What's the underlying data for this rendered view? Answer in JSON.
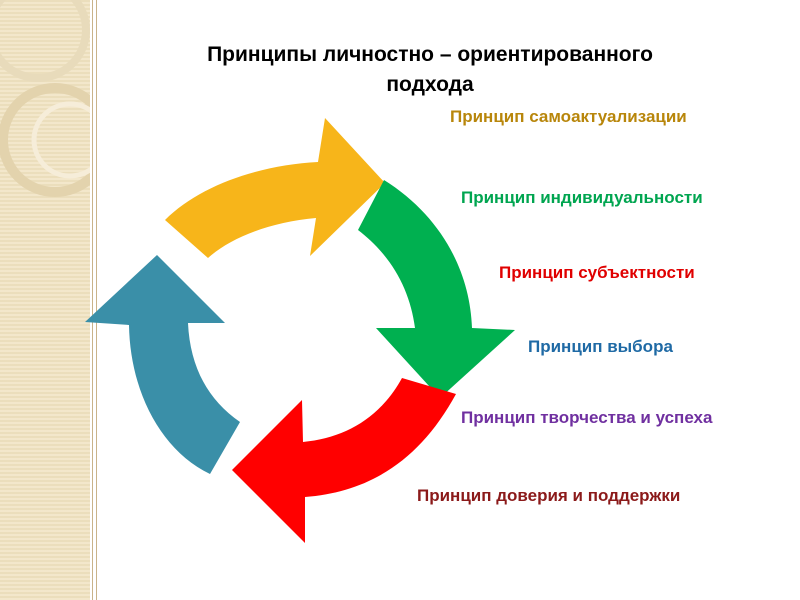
{
  "title": {
    "line1": "Принципы личностно – ориентированного",
    "line2": "подхода"
  },
  "principles": [
    {
      "text": "Принцип самоактуализации",
      "color": "#b8860b"
    },
    {
      "text": "Принцип индивидуальности",
      "color": "#00a550"
    },
    {
      "text": "Принцип  субъектности",
      "color": "#e00000"
    },
    {
      "text": "Принцип выбора",
      "color": "#1f6aa5"
    },
    {
      "text": "Принцип творчества и успеха",
      "color": "#7030a0"
    },
    {
      "text": "Принцип доверия и поддержки",
      "color": "#8b1a1a"
    }
  ],
  "arrow_colors": {
    "yellow": "#f7b51a",
    "green": "#00b050",
    "red": "#ff0000",
    "blue": "#3a8fa8"
  }
}
